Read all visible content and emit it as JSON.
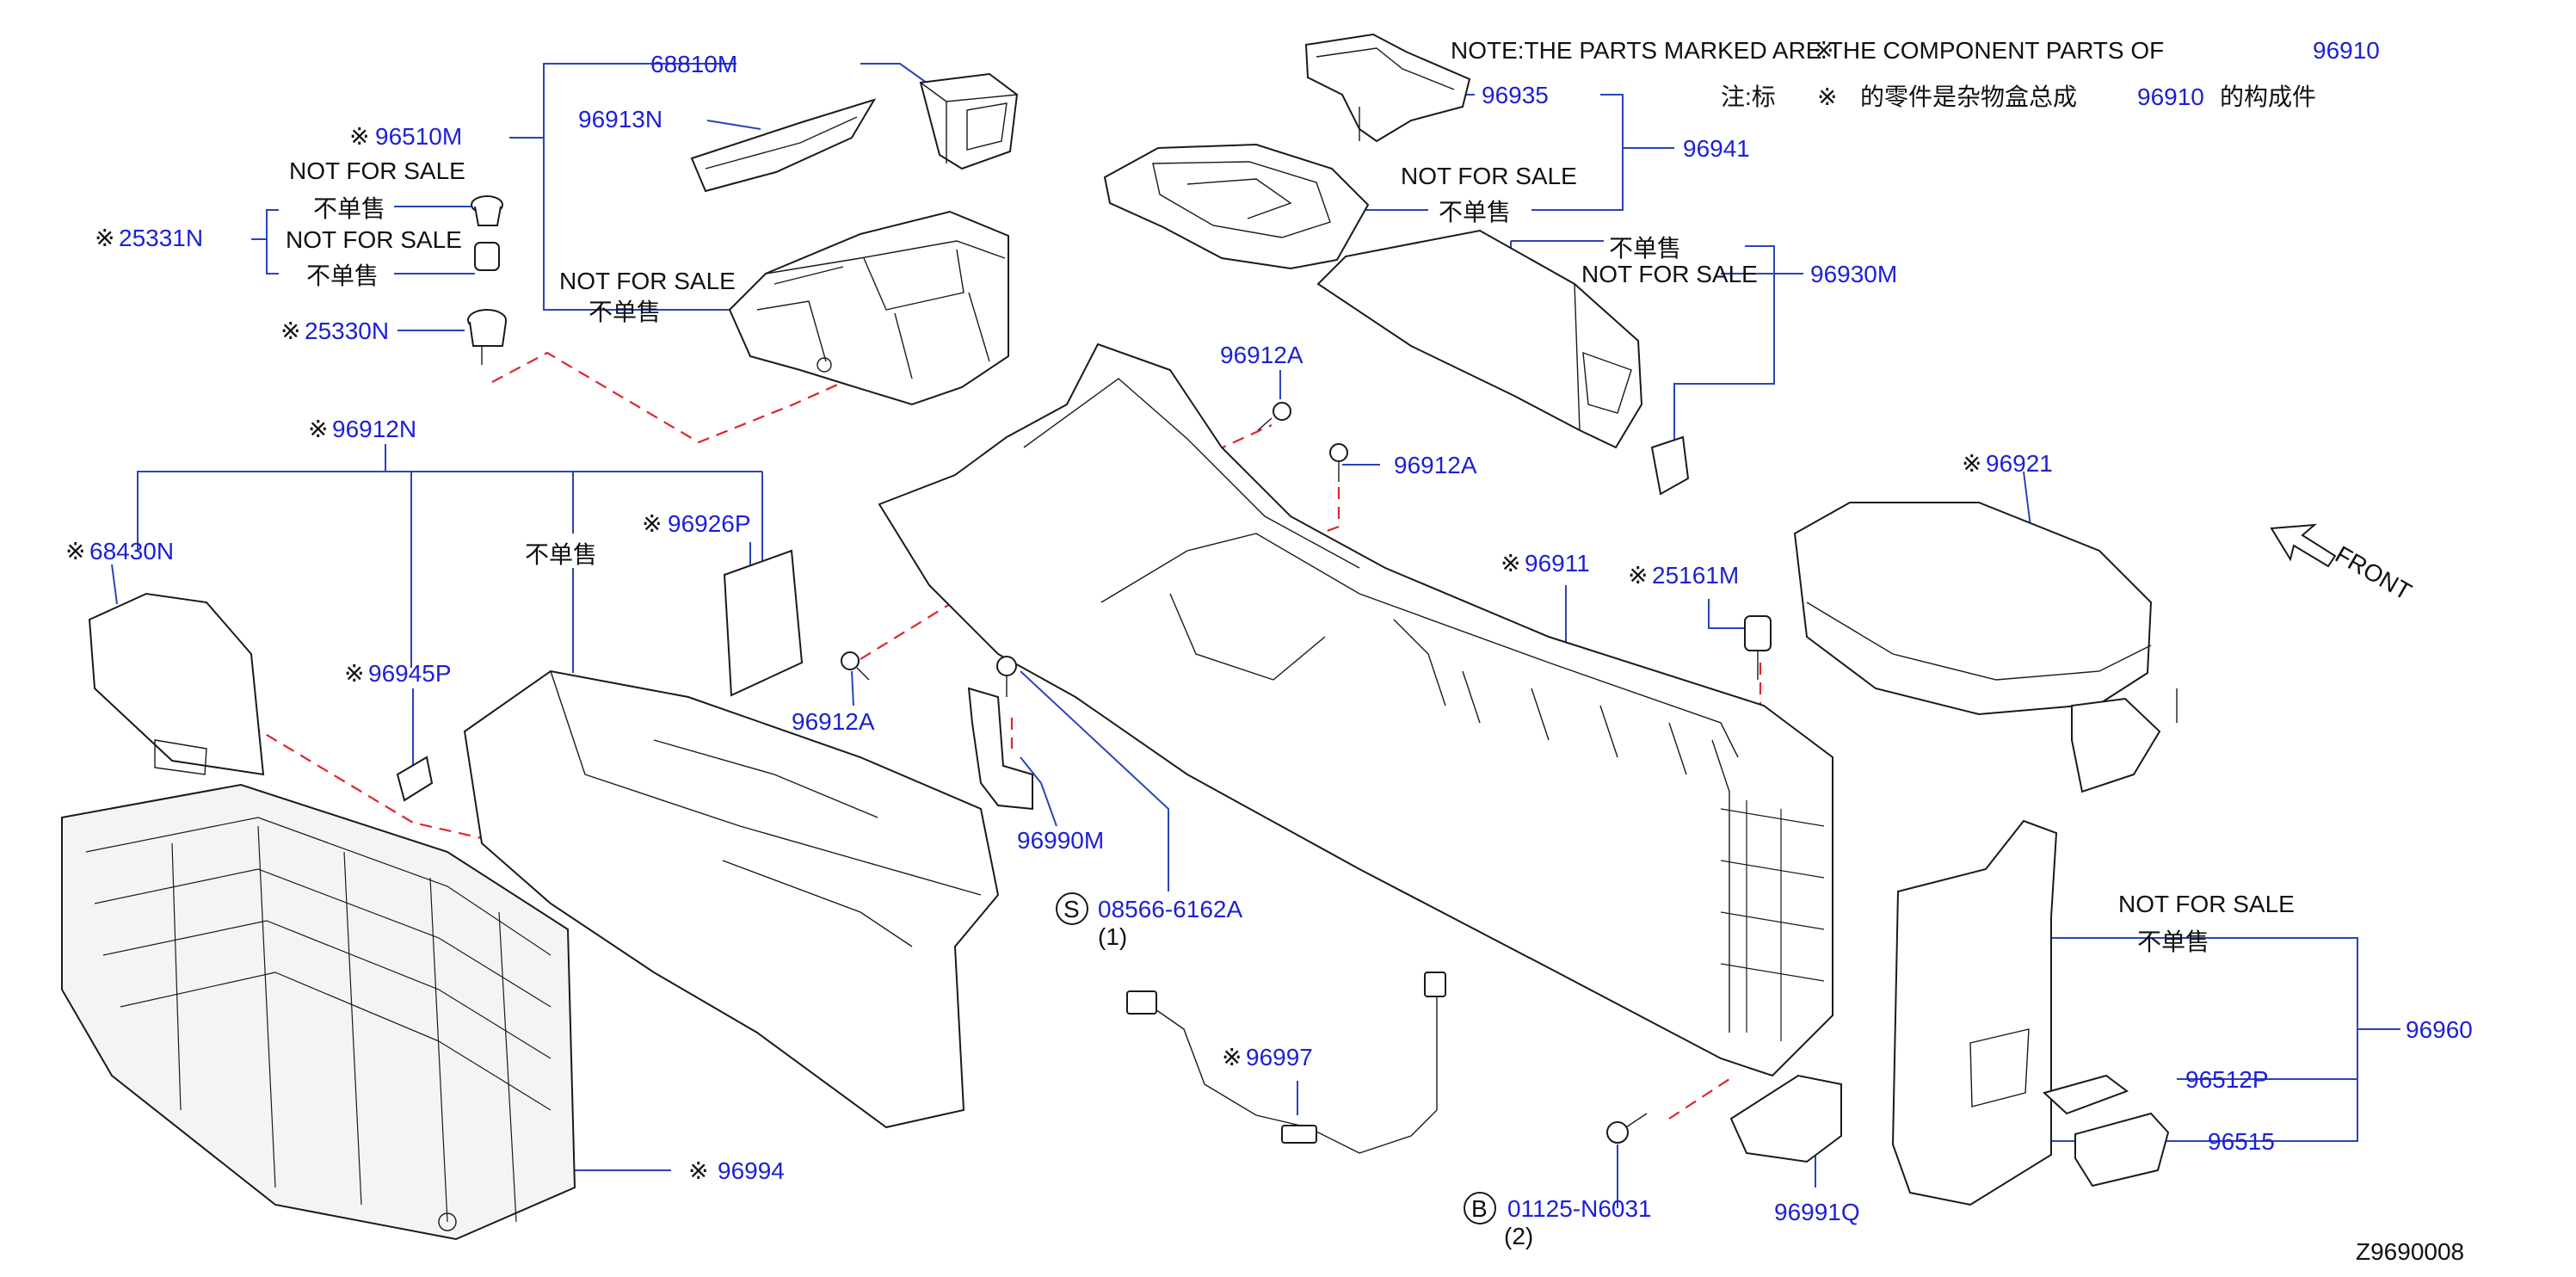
{
  "diagram": {
    "code": "Z9690008",
    "symbols": {
      "mark": "※",
      "s_circle": "S",
      "b_circle": "B"
    },
    "note_en": "NOTE:THE  PARTS  MARKED       ARE  THE  COMPONENT  PARTS  OF",
    "note_en_ref": "96910",
    "note_cn_prefix": "注:标",
    "note_cn_middle": "的零件是杂物盒总成",
    "note_cn_ref": "96910",
    "note_cn_suffix": "的构成件",
    "not_for_sale_en": "NOT  FOR  SALE",
    "not_for_sale_cn": "不单售",
    "front": "FRONT",
    "callouts": {
      "p68810M": "68810M",
      "p96913N": "96913N",
      "p96510M": "96510M",
      "p25331N": "25331N",
      "p25330N": "25330N",
      "p96935": "96935",
      "p96941": "96941",
      "p96930M": "96930M",
      "p96912A_top": "96912A",
      "p96912A_mid": "96912A",
      "p96912A_low": "96912A",
      "p96912N": "96912N",
      "p68430N": "68430N",
      "p96926P": "96926P",
      "p96945P": "96945P",
      "p96921": "96921",
      "p96911": "96911",
      "p25161M": "25161M",
      "p96990M": "96990M",
      "p08566": "08566-6162A",
      "qty1": "(1)",
      "p96997": "96997",
      "p96960": "96960",
      "p96512P": "96512P",
      "p96515": "96515",
      "p96994": "96994",
      "p01125": "01125-N6031",
      "qty2": "(2)",
      "p96991Q": "96991Q"
    }
  }
}
